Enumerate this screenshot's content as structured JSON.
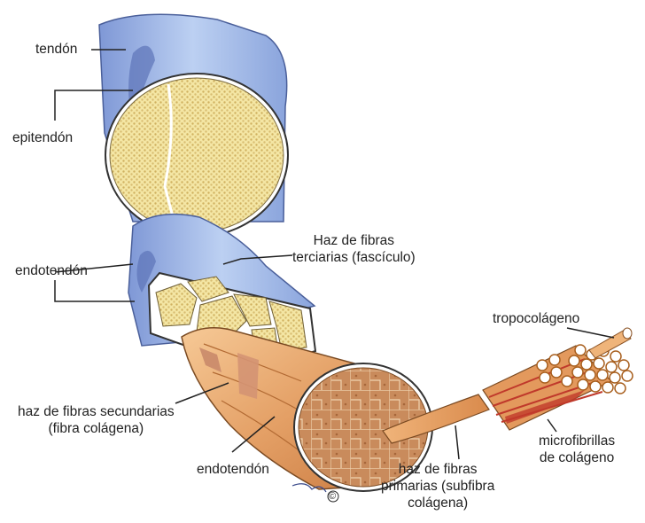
{
  "labels": {
    "tendon": "tendón",
    "epitendon": "epitendón",
    "endotendon_top": "endotendón",
    "tertiary_bundle": [
      "Haz de fibras",
      "terciarias (fascículo)"
    ],
    "tropocollagen": "tropocolágeno",
    "secondary_bundle": [
      "haz de fibras secundarias",
      "(fibra colágena)"
    ],
    "endotendon_bottom": "endotendón",
    "primary_bundle": [
      "haz de fibras",
      "primarias (subfibra",
      "colágena)"
    ],
    "microfibrils": [
      "microfibrillas",
      "de colágeno"
    ],
    "signature": "©"
  },
  "colors": {
    "sheath_blue": "#8da9de",
    "sheath_light": "#c6d4f1",
    "fascicle_fill": "#f3e39a",
    "fascicle_dots": "#c9a95a",
    "fiber_orange": "#e9a86a",
    "fiber_dark": "#c47a3e",
    "fibril_red": "#c0392b",
    "label_text": "#222222"
  }
}
